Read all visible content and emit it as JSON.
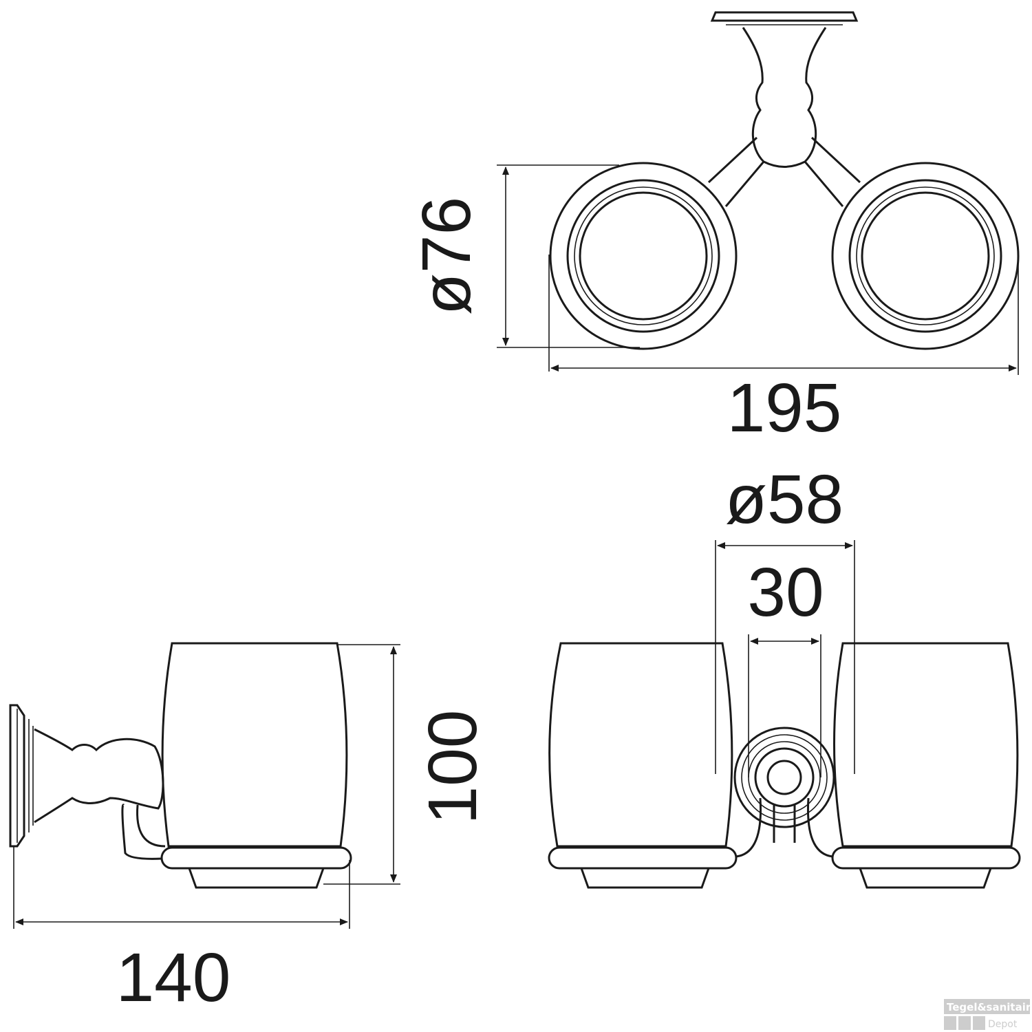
{
  "dimensions": {
    "top_diameter": "ø76",
    "top_width": "195",
    "cup_diameter": "ø58",
    "center_spacing": "30",
    "height": "100",
    "depth": "140"
  },
  "watermark": {
    "brand": "Tegel&sanitair",
    "sub": "Depot"
  }
}
